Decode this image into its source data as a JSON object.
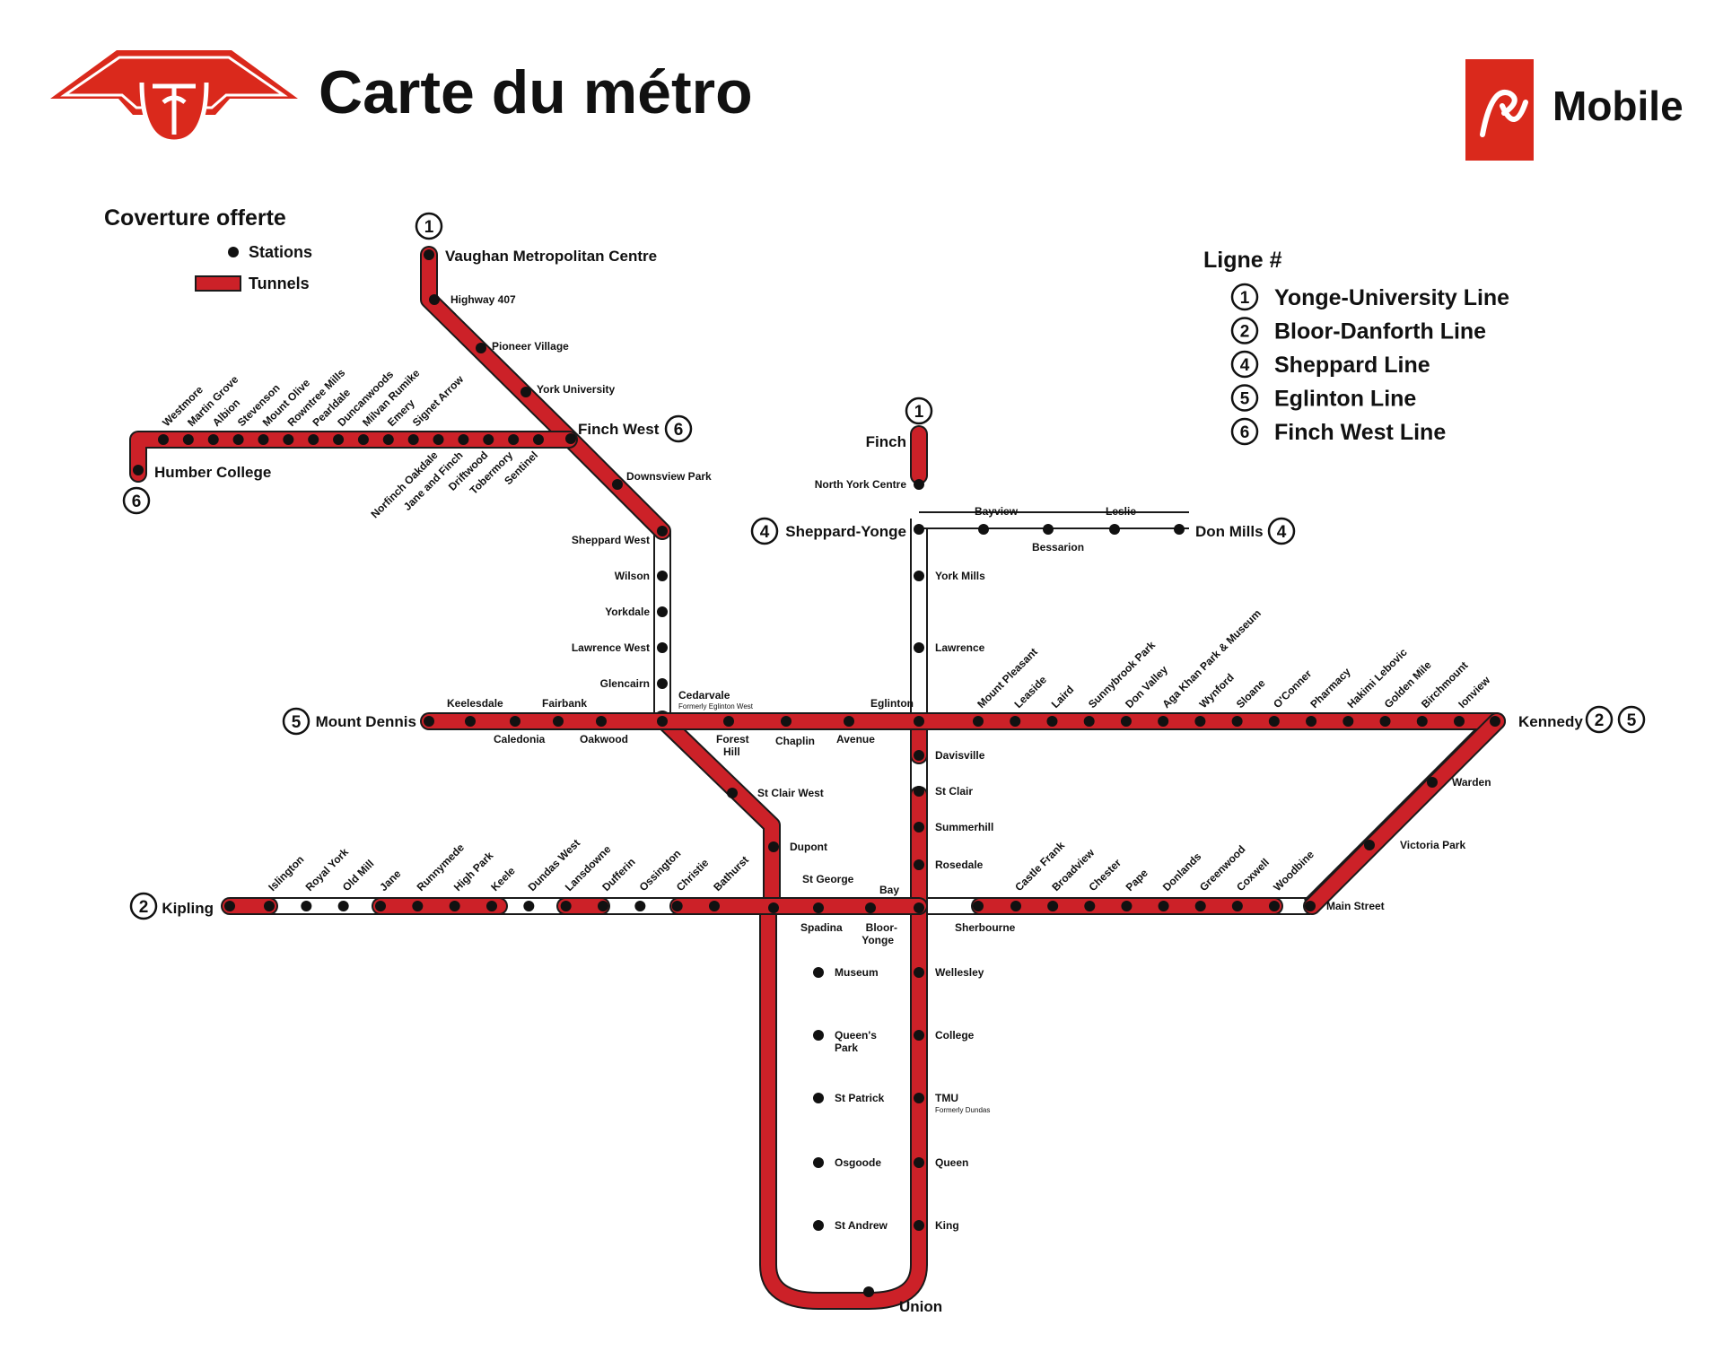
{
  "header": {
    "title": "Carte du métro",
    "brand": "Mobile"
  },
  "legend": {
    "title": "Coverture offerte",
    "stations": "Stations",
    "tunnels": "Tunnels"
  },
  "lines_legend": {
    "title": "Ligne #",
    "items": [
      {
        "num": "1",
        "name": "Yonge-University Line"
      },
      {
        "num": "2",
        "name": "Bloor-Danforth Line"
      },
      {
        "num": "4",
        "name": "Sheppard Line"
      },
      {
        "num": "5",
        "name": "Eglinton Line"
      },
      {
        "num": "6",
        "name": "Finch West Line"
      }
    ]
  },
  "colors": {
    "tunnel": "#CC2128",
    "surface": "#ffffff",
    "outline": "#1a1a1a",
    "station": "#111111",
    "brand_red": "#DA291C"
  },
  "stations": {
    "vaughan": "Vaughan Metropolitan Centre",
    "hwy407": "Highway 407",
    "pioneer": "Pioneer Village",
    "yorku": "York University",
    "finchwest": "Finch West",
    "downsview": "Downsview Park",
    "sheppardwest": "Sheppard West",
    "wilson": "Wilson",
    "yorkdale": "Yorkdale",
    "lawrencewest": "Lawrence West",
    "glencairn": "Glencairn",
    "cedarvale": "Cedarvale",
    "cedarvale_note": "Formerly Eglinton West",
    "stclairwest": "St Clair West",
    "dupont": "Dupont",
    "spadina": "Spadina",
    "stgeorge": "St George",
    "museum": "Museum",
    "queenspark_1": "Queen's",
    "queenspark_2": "Park",
    "stpatrick": "St Patrick",
    "osgoode": "Osgoode",
    "standrew": "St Andrew",
    "union": "Union",
    "king": "King",
    "queen": "Queen",
    "tmu": "TMU",
    "tmu_note": "Formerly Dundas",
    "college": "College",
    "wellesley": "Wellesley",
    "bloor_1": "Bloor-",
    "bloor_2": "Yonge",
    "rosedale": "Rosedale",
    "summerhill": "Summerhill",
    "stclair": "St Clair",
    "davisville": "Davisville",
    "eglinton": "Eglinton",
    "lawrence": "Lawrence",
    "yorkmills": "York Mills",
    "sheppardyonge": "Sheppard-Yonge",
    "northyork": "North York Centre",
    "finch": "Finch",
    "bayview": "Bayview",
    "bessarion": "Bessarion",
    "leslie": "Leslie",
    "donmills": "Don Mills",
    "humber": "Humber College",
    "mountdennis": "Mount Dennis",
    "keelesdale": "Keelesdale",
    "caledonia": "Caledonia",
    "fairbank": "Fairbank",
    "oakwood": "Oakwood",
    "foresthill_1": "Forest",
    "foresthill_2": "Hill",
    "chaplin": "Chaplin",
    "avenue": "Avenue",
    "kennedy": "Kennedy",
    "warden": "Warden",
    "victoriapark": "Victoria Park",
    "mainstreet": "Main Street",
    "kipling": "Kipling",
    "bay": "Bay",
    "sherbourne": "Sherbourne"
  },
  "rotated_labels": {
    "finch_west_line_top": [
      "Westmore",
      "Martin Grove",
      "Albion",
      "Stevenson",
      "Mount Olive",
      "Rowntree Mills",
      "Pearldale",
      "Duncanwoods",
      "Milvan Rumike",
      "Emery",
      "Signet Arrow"
    ],
    "finch_west_line_bottom": [
      "Norfinch Oakdale",
      "Jane and Finch",
      "Driftwood",
      "Tobermory",
      "Sentinel"
    ],
    "eglinton_east": [
      "Mount Pleasant",
      "Leaside",
      "Laird",
      "Sunnybrook Park",
      "Don Valley",
      "Aga Khan Park & Museum",
      "Wynford",
      "Sloane",
      "O'Conner",
      "Pharmacy",
      "Hakimi Lebovic",
      "Golden Mile",
      "Birchmount",
      "Ionview"
    ],
    "bloor_west": [
      "Islington",
      "Royal York",
      "Old Mill",
      "Jane",
      "Runnymede",
      "High Park",
      "Keele",
      "Dundas West",
      "Lansdowne",
      "Dufferin",
      "Ossington",
      "Christie",
      "Bathurst"
    ],
    "bloor_east": [
      "Castle Frank",
      "Broadview",
      "Chester",
      "Pape",
      "Donlands",
      "Greenwood",
      "Coxwell",
      "Woodbine"
    ]
  }
}
